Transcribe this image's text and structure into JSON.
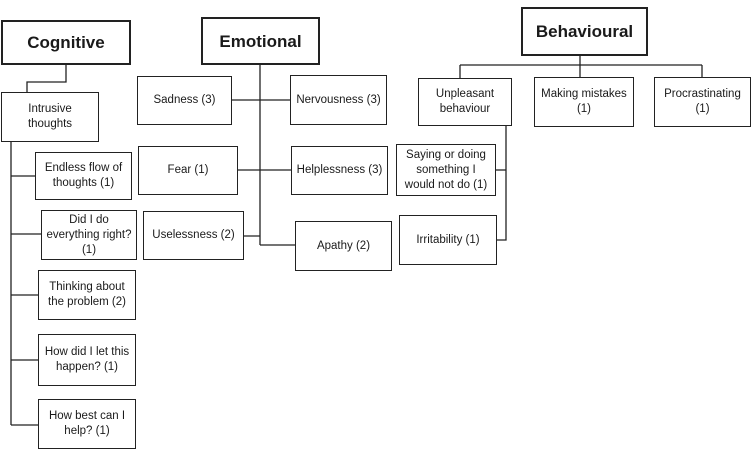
{
  "cognitive": {
    "title": "Cognitive",
    "root": "Intrusive\nthoughts",
    "items": [
      "Endless flow of\nthoughts (1)",
      "Did I do\neverything right?\n(1)",
      "Thinking about\nthe problem (2)",
      "How did I let this\nhappen? (1)",
      "How best can I\nhelp? (1)"
    ]
  },
  "emotional": {
    "title": "Emotional",
    "left": [
      "Sadness (3)",
      "Fear (1)",
      "Uselessness (2)"
    ],
    "right": [
      "Nervousness (3)",
      "Helplessness (3)",
      "Apathy (2)"
    ]
  },
  "behavioural": {
    "title": "Behavioural",
    "items": [
      "Unpleasant\nbehaviour",
      "Making mistakes\n(1)",
      "Procrastinating\n(1)"
    ],
    "sub": [
      "Saying or doing\nsomething I\nwould not do (1)",
      "Irritability (1)"
    ]
  }
}
